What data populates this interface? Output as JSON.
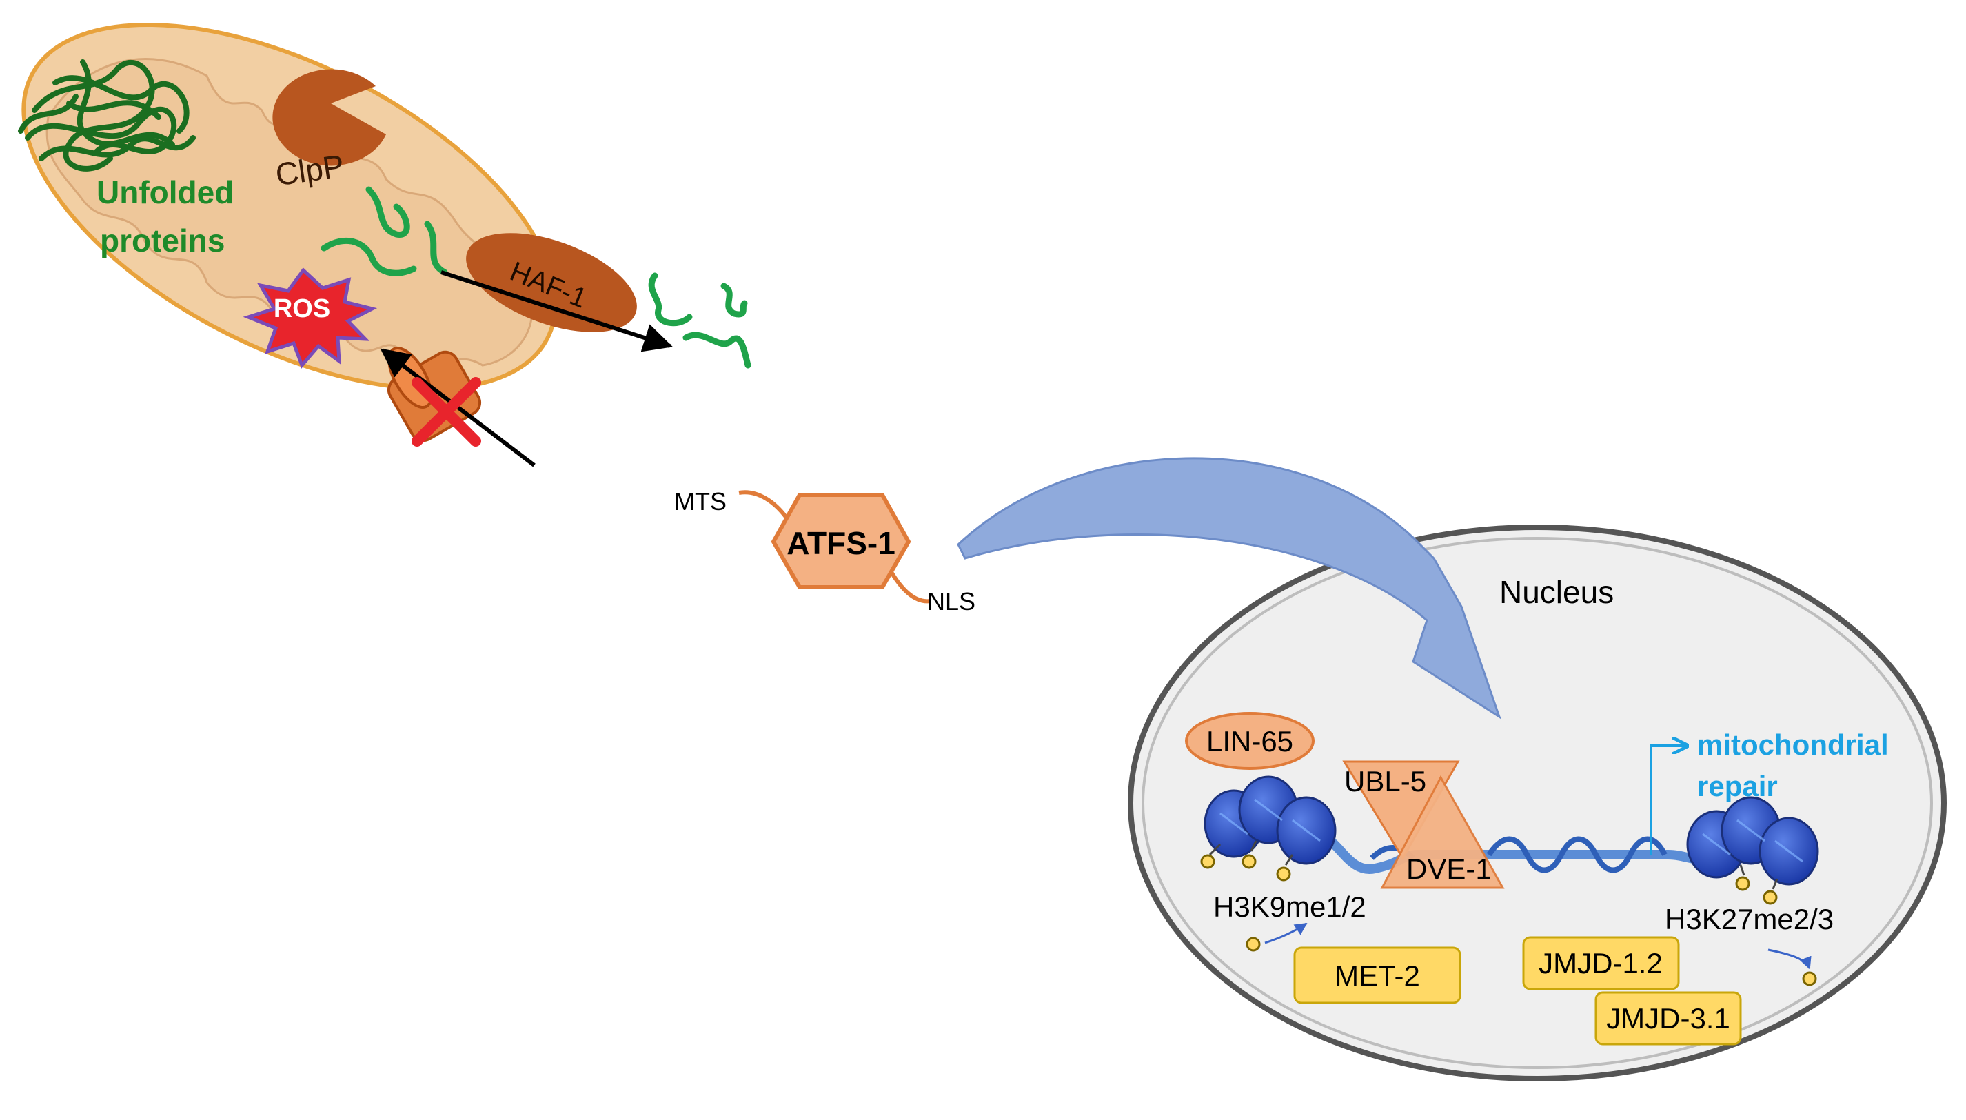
{
  "mitochondrion": {
    "unfolded_label_line1": "Unfolded",
    "unfolded_label_line2": "proteins",
    "clpp_label": "ClpP",
    "haf1_label": "HAF-1",
    "ros_label": "ROS"
  },
  "atfs1": {
    "label": "ATFS-1",
    "mts_label": "MTS",
    "nls_label": "NLS"
  },
  "nucleus": {
    "label": "Nucleus",
    "lin65_label": "LIN-65",
    "ubl5_label": "UBL-5",
    "dve1_label": "DVE-1",
    "output_line1": "mitochondrial",
    "output_line2": "repair",
    "h3k9_label": "H3K9me1/2",
    "h3k27_label": "H3K27me2/3",
    "met2_label": "MET-2",
    "jmjd12_label": "JMJD-1.2",
    "jmjd31_label": "JMJD-3.1"
  },
  "colors": {
    "protein_brown": "#b8561f",
    "mito_fill": "#f2cfa3",
    "mito_border": "#e8a23c",
    "unfolded_green": "#1e8a2a",
    "ros_red": "#e8242c",
    "atfs_fill": "#f4b183",
    "atfs_border": "#e07b39",
    "nucleus_fill": "#efefef",
    "nucleus_border": "#555555",
    "flow_arrow": "#8faadc",
    "histone_blue": "#2f52c4",
    "enzyme_yellow": "#ffd966",
    "output_cyan": "#1ba1e2"
  }
}
